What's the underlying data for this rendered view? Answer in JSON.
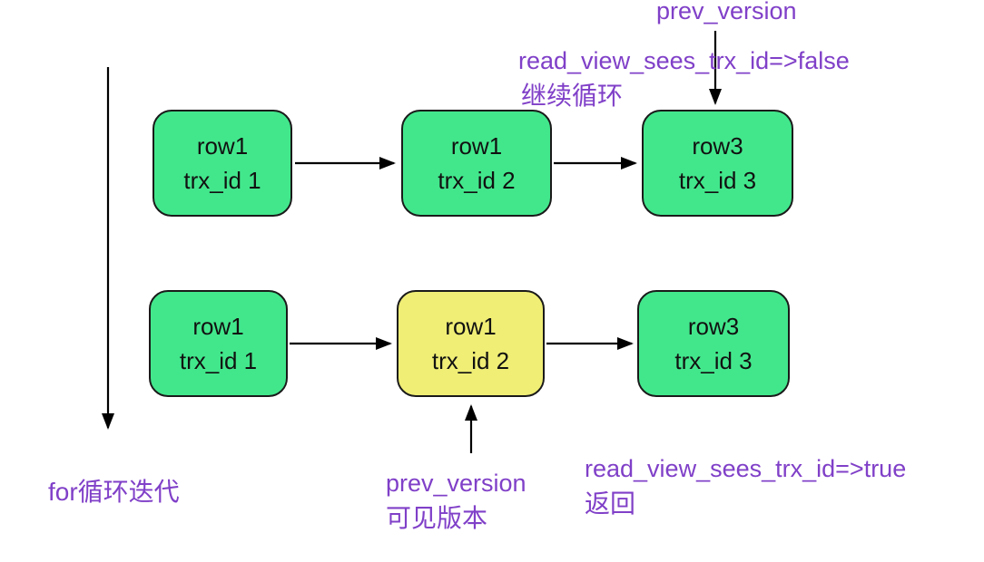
{
  "diagram": {
    "colors": {
      "green": "#42e78c",
      "yellow": "#f0ee75",
      "purple": "#8040c8",
      "node_border": "#1a1a1a",
      "arrow": "#000000",
      "text": "#111111",
      "background": "#ffffff"
    },
    "nodes": {
      "top": [
        {
          "line1": "row1",
          "line2": "trx_id 1",
          "color": "green"
        },
        {
          "line1": "row1",
          "line2": "trx_id 2",
          "color": "green"
        },
        {
          "line1": "row3",
          "line2": "trx_id 3",
          "color": "green"
        }
      ],
      "bottom": [
        {
          "line1": "row1",
          "line2": "trx_id 1",
          "color": "green"
        },
        {
          "line1": "row1",
          "line2": "trx_id 2",
          "color": "yellow"
        },
        {
          "line1": "row3",
          "line2": "trx_id 3",
          "color": "green"
        }
      ]
    },
    "edges": [
      {
        "from": "top-1",
        "to": "top-2",
        "label": ""
      },
      {
        "from": "top-2",
        "to": "top-3",
        "label": ""
      },
      {
        "from": "bottom-1",
        "to": "bottom-2",
        "label": ""
      },
      {
        "from": "bottom-2",
        "to": "bottom-3",
        "label": ""
      },
      {
        "from": "prev_version-label",
        "to": "top-3",
        "label": "prev_version"
      },
      {
        "from": "prev_version-label",
        "to": "bottom-2",
        "label": "prev_version"
      }
    ],
    "annotations": {
      "prev_version_top": "prev_version",
      "read_false_line1": "read_view_sees_trx_id=>false",
      "read_false_line2": "继续循环",
      "for_loop": "for循环迭代",
      "prev_version_bottom": "prev_version",
      "visible_version": "可见版本",
      "read_true_line1": "read_view_sees_trx_id=>true",
      "read_true_line2": "返回"
    }
  }
}
